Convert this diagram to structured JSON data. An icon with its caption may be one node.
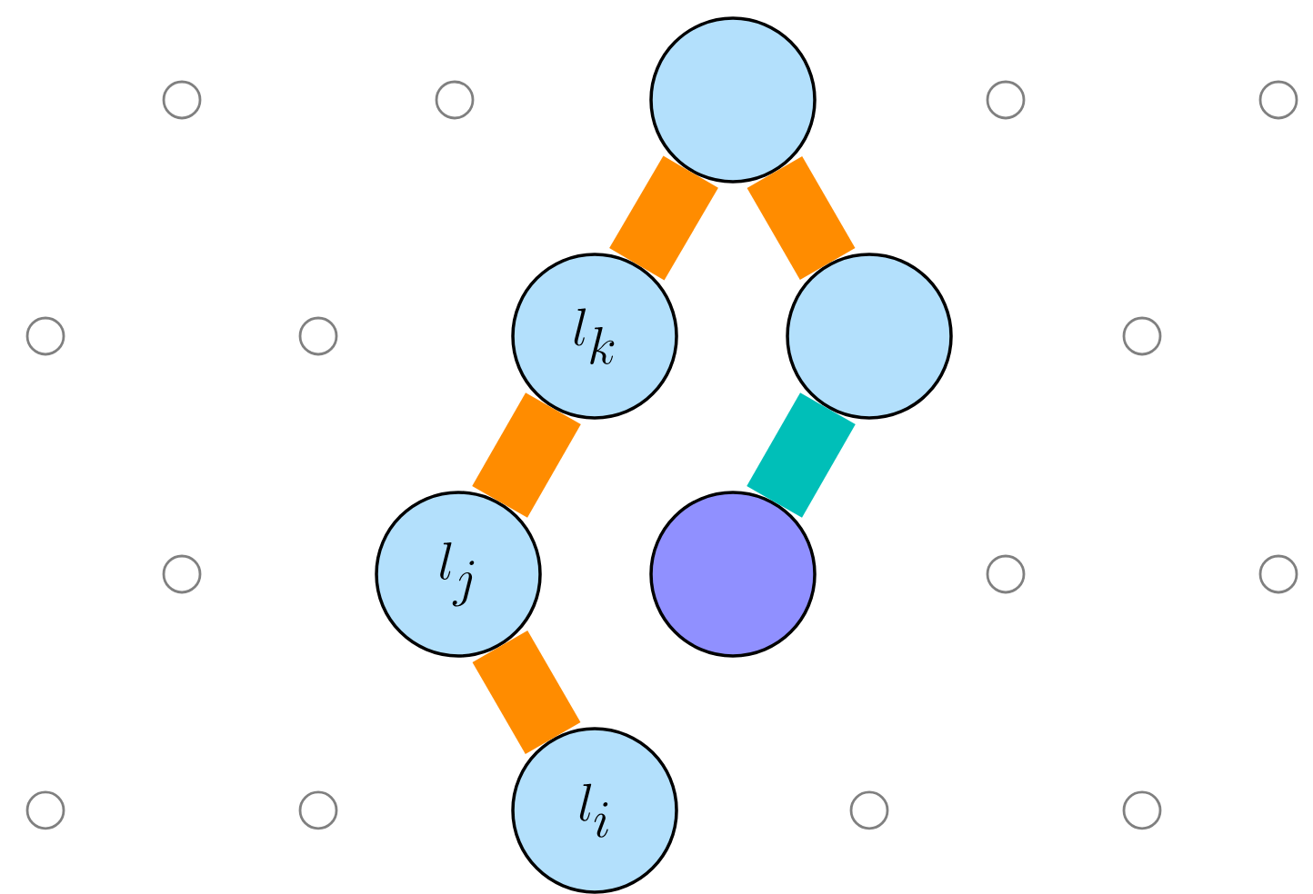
{
  "diagram": {
    "nodes": [
      {
        "text": [],
        "shape": "circle"
      },
      {
        "text": [
          "l_k"
        ]
      },
      {
        "text": [],
        "shape": "circle"
      },
      {
        "text": [
          "l_j"
        ]
      },
      {
        "text": [],
        "shape": "circle"
      },
      {
        "text": [
          "l_i"
        ]
      },
      {
        "text": [],
        "shape": "circle"
      },
      {
        "text": [],
        "shape": "circle"
      },
      {
        "text": [],
        "shape": "circle"
      },
      {
        "text": [],
        "shape": "circle"
      },
      {
        "text": [],
        "shape": "circle"
      },
      {
        "text": [],
        "shape": "circle"
      },
      {
        "text": [],
        "shape": "circle"
      },
      {
        "text": [],
        "shape": "circle"
      },
      {
        "text": [],
        "shape": "circle"
      },
      {
        "text": [],
        "shape": "circle"
      },
      {
        "text": [],
        "shape": "circle"
      },
      {
        "text": [],
        "shape": "circle"
      },
      {
        "text": [],
        "shape": "circle"
      },
      {
        "text": [],
        "shape": "circle"
      }
    ],
    "edges": [
      {
        "from": 0,
        "to": 1,
        "arrow": "none"
      },
      {
        "from": 0,
        "to": 2,
        "arrow": "none"
      },
      {
        "from": 1,
        "to": 3,
        "arrow": "none"
      },
      {
        "from": 3,
        "to": 5,
        "arrow": "none"
      },
      {
        "from": 2,
        "to": 4,
        "arrow": "none",
        "color": "#00bfb8"
      }
    ]
  }
}
